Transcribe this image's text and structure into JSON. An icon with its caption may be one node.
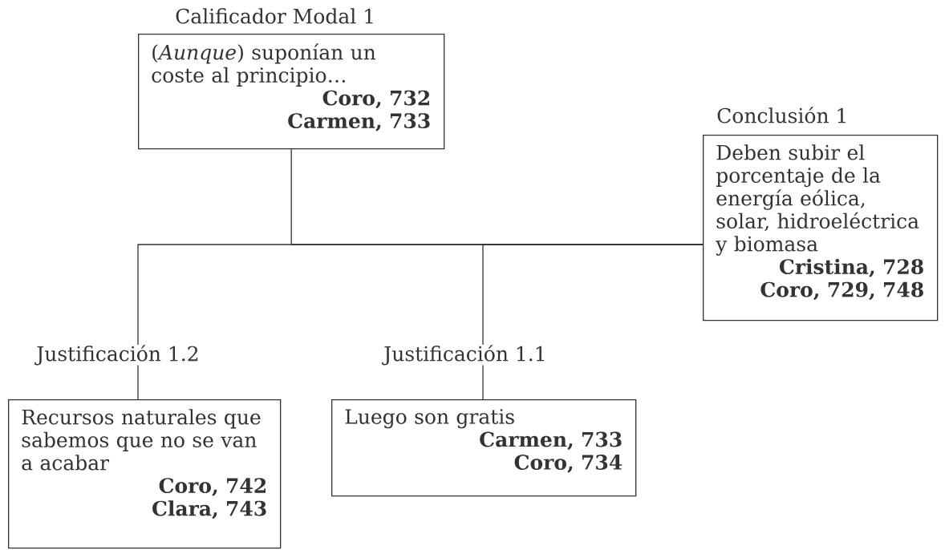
{
  "diagram": {
    "nodes": [
      {
        "text": [
          "Calificador Modal 1",
          "(*Aunque*) suponían un coste al principio…",
          "Coro, 732",
          "Carmen, 733"
        ]
      },
      {
        "text": [
          "Conclusión 1",
          "Deben subir el porcentaje de la energía eólica, solar, hidroeléctrica y biomasa",
          "Cristina, 728",
          "Coro, 729, 748"
        ]
      },
      {
        "text": [
          "Justificación 1.2",
          "Recursos naturales que sabemos que no se van a acabar",
          "Coro, 742",
          "Clara, 743"
        ]
      },
      {
        "text": [
          "Justificación 1.1",
          "Luego son gratis",
          "Carmen, 733",
          "Coro, 734"
        ]
      }
    ],
    "edges": [
      {
        "from": 0,
        "to": 1,
        "arrow": "none"
      },
      {
        "from": 2,
        "to": 1,
        "arrow": "none"
      },
      {
        "from": 3,
        "to": 1,
        "arrow": "none"
      }
    ]
  }
}
